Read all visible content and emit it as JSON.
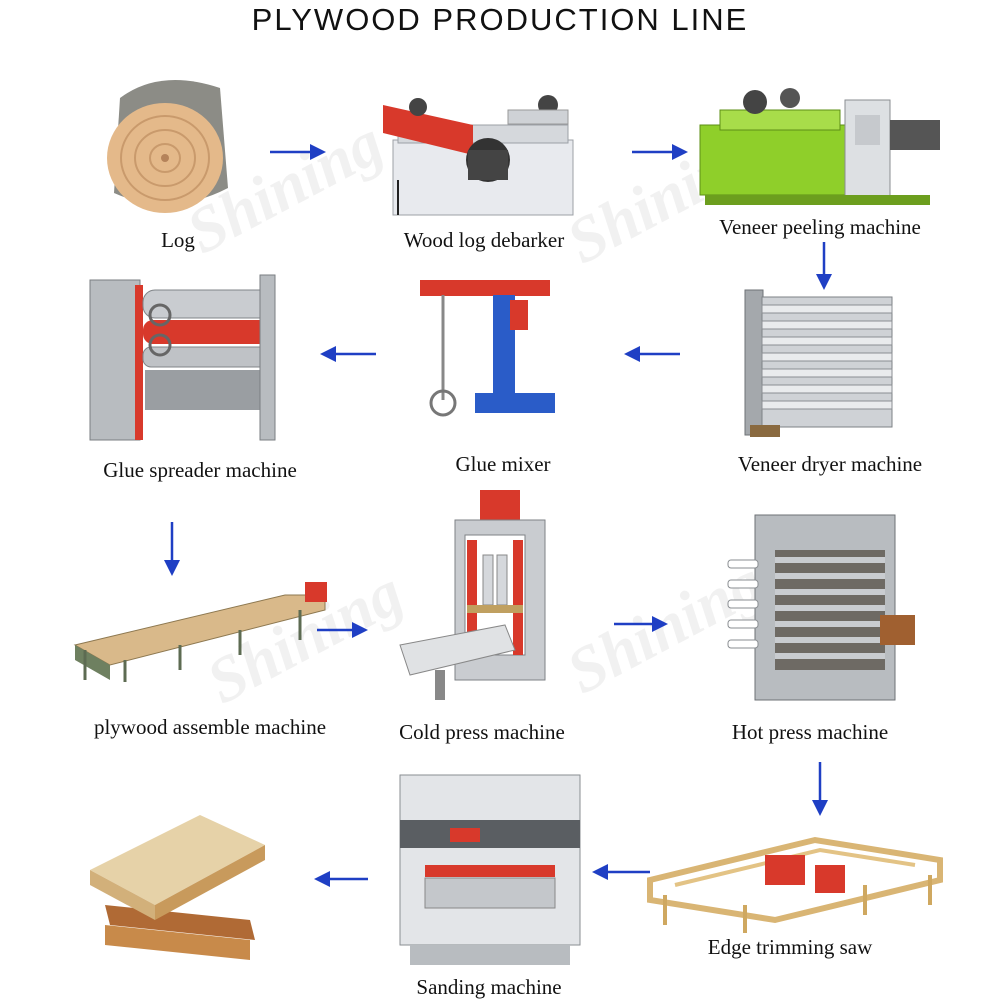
{
  "title": "PLYWOOD PRODUCTION LINE",
  "watermark": "Shining",
  "colors": {
    "arrow": "#1f3fc4",
    "machine_red": "#d8392b",
    "machine_green": "#8fcf2a",
    "machine_blue": "#2a5cc8",
    "steel": "#c9ccd0",
    "wood": "#e5c58f"
  },
  "steps": [
    {
      "id": "log",
      "label": "Log",
      "icon": "log-icon"
    },
    {
      "id": "debarker",
      "label": "Wood log debarker",
      "icon": "debarker-icon"
    },
    {
      "id": "peeling",
      "label": "Veneer peeling machine",
      "icon": "peeling-machine-icon"
    },
    {
      "id": "dryer",
      "label": "Veneer dryer machine",
      "icon": "dryer-machine-icon"
    },
    {
      "id": "mixer",
      "label": "Glue mixer",
      "icon": "glue-mixer-icon"
    },
    {
      "id": "spreader",
      "label": "Glue spreader machine",
      "icon": "glue-spreader-icon"
    },
    {
      "id": "assemble",
      "label": "plywood assemble machine",
      "icon": "assemble-machine-icon"
    },
    {
      "id": "coldpress",
      "label": "Cold press machine",
      "icon": "cold-press-icon"
    },
    {
      "id": "hotpress",
      "label": "Hot press machine",
      "icon": "hot-press-icon"
    },
    {
      "id": "trimming",
      "label": "Edge trimming saw",
      "icon": "edge-saw-icon"
    },
    {
      "id": "sanding",
      "label": "Sanding machine",
      "icon": "sanding-machine-icon"
    },
    {
      "id": "plywood",
      "label": "",
      "icon": "plywood-boards-icon"
    }
  ]
}
